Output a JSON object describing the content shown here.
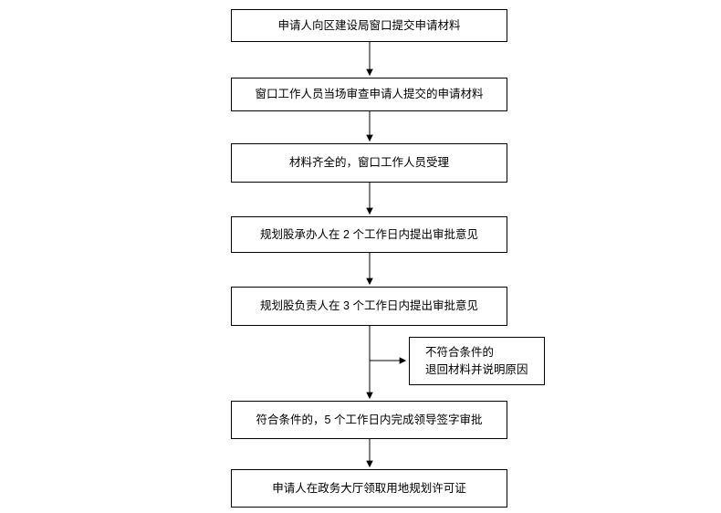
{
  "flowchart": {
    "nodes": [
      {
        "label": "申请人向区建设局窗口提交申请材料"
      },
      {
        "label": "窗口工作人员当场审查申请人提交的申请材料"
      },
      {
        "label": "材料齐全的，窗口工作人员受理"
      },
      {
        "label": "规划股承办人在 2 个工作日内提出审批意见"
      },
      {
        "label": "规划股负责人在 3 个工作日内提出审批意见"
      },
      {
        "label": "不符合条件的\n退回材料并说明原因"
      },
      {
        "label": "符合条件的，5 个工作日内完成领导签字审批"
      },
      {
        "label": "申请人在政务大厅领取用地规划许可证"
      }
    ],
    "colors": {
      "background": "#ffffff",
      "box_fill": "#ffffff",
      "box_border": "#000000",
      "text": "#000000",
      "connector": "#000000"
    }
  }
}
